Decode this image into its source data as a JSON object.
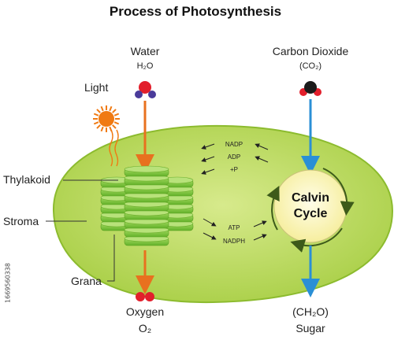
{
  "title": "Process of Photosynthesis",
  "water": {
    "label": "Water",
    "formula": "H₂O"
  },
  "carbon_dioxide": {
    "label": "Carbon Dioxide",
    "formula": "(CO₂)"
  },
  "light": "Light",
  "labels": {
    "thylakoid": "Thylakoid",
    "stroma": "Stroma",
    "grana": "Grana"
  },
  "cycle": {
    "line1": "Calvin",
    "line2": "Cycle"
  },
  "reactants_top": [
    "NADP",
    "ADP",
    "+P"
  ],
  "products_bottom": [
    "ATP",
    "NADPH"
  ],
  "oxygen": {
    "label": "Oxygen",
    "formula": "O₂"
  },
  "sugar": {
    "formula": "(CH₂O)",
    "label": "Sugar"
  },
  "watermark_id": "1669560338",
  "colors": {
    "stroma_fill": "#b9d95a",
    "stroma_stroke": "#8cbb2e",
    "grana_fill": "#7fc437",
    "orange_arrow": "#e8711f",
    "blue_arrow": "#2a8fd6",
    "cycle_fill": "#fdf8c4",
    "sun": "#f07a12"
  }
}
